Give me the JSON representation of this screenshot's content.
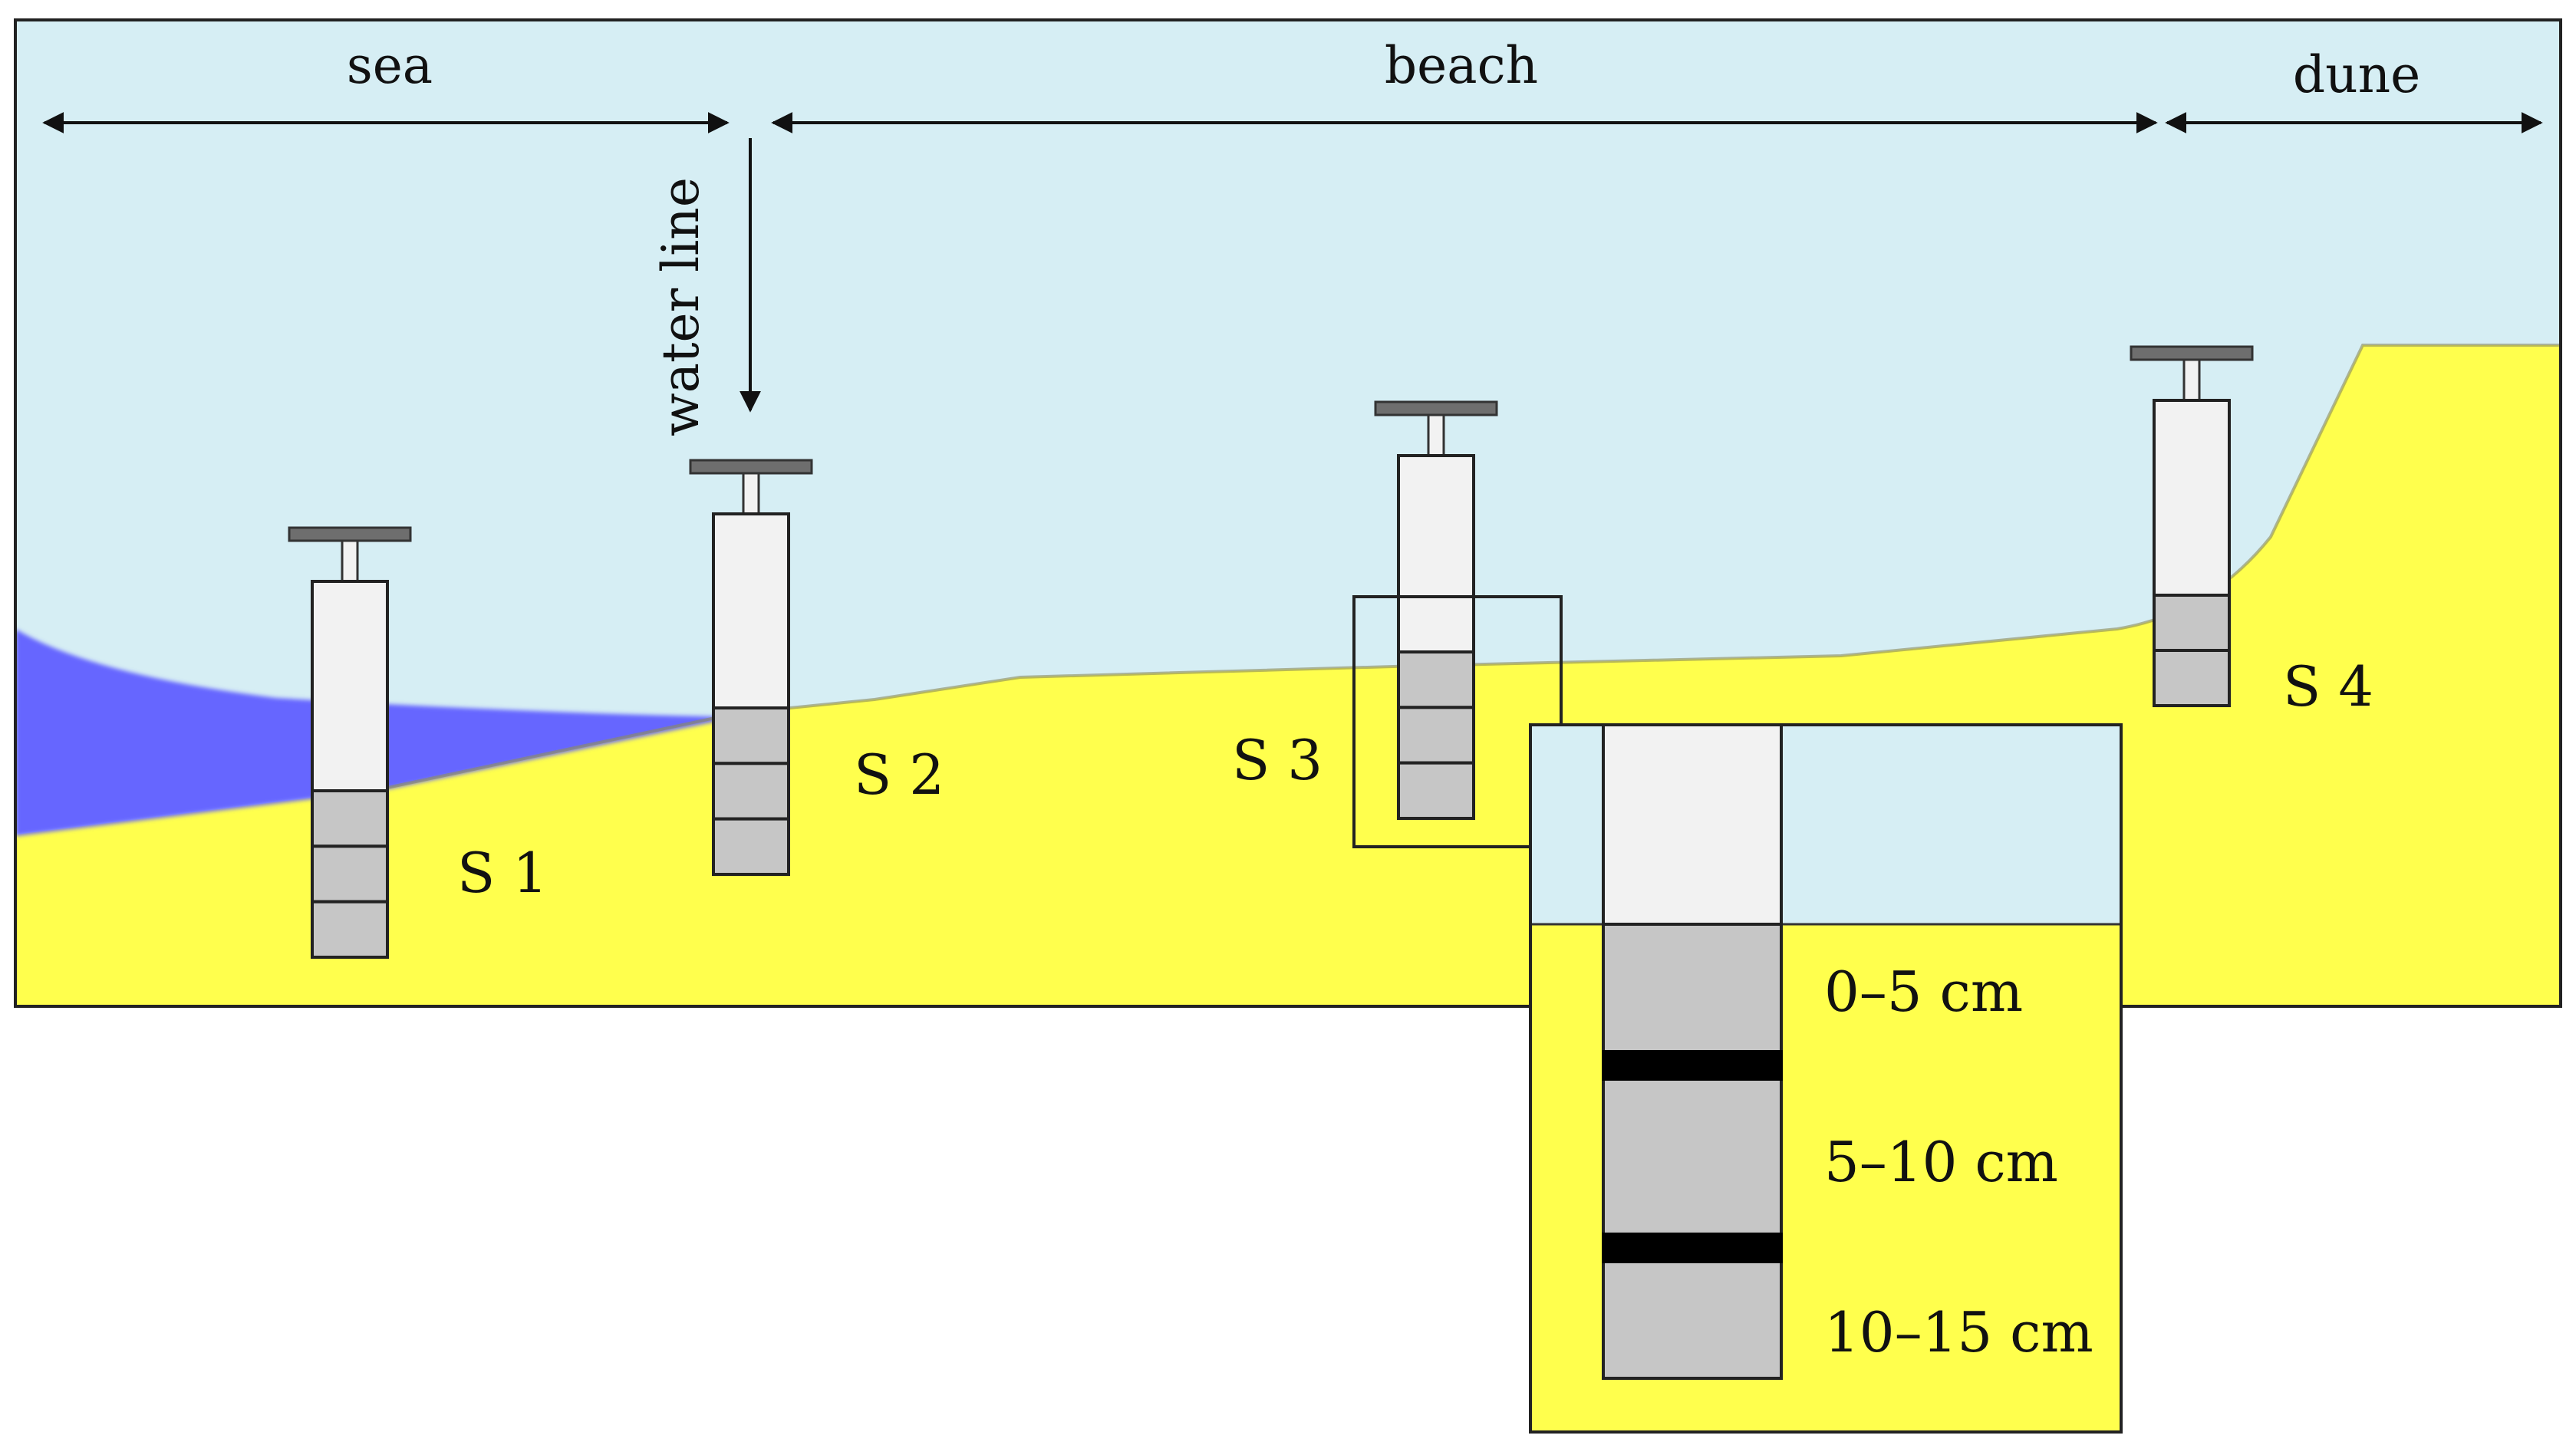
{
  "zones": {
    "sea": "sea",
    "beach": "beach",
    "dune": "dune",
    "water_line": "water line"
  },
  "stations": [
    {
      "label": "S 1"
    },
    {
      "label": "S 2"
    },
    {
      "label": "S 3"
    },
    {
      "label": "S 4"
    }
  ],
  "inset": {
    "layers": [
      "0–5 cm",
      "5–10 cm",
      "10–15 cm"
    ]
  },
  "colors": {
    "sky": "#d6eef4",
    "sand": "#ffff4d",
    "sea": "#6666ff",
    "core_sediment": "#c6c6c6",
    "core_tube": "#f2f2f2",
    "handle": "#6e6e6e",
    "divider": "#000000"
  }
}
